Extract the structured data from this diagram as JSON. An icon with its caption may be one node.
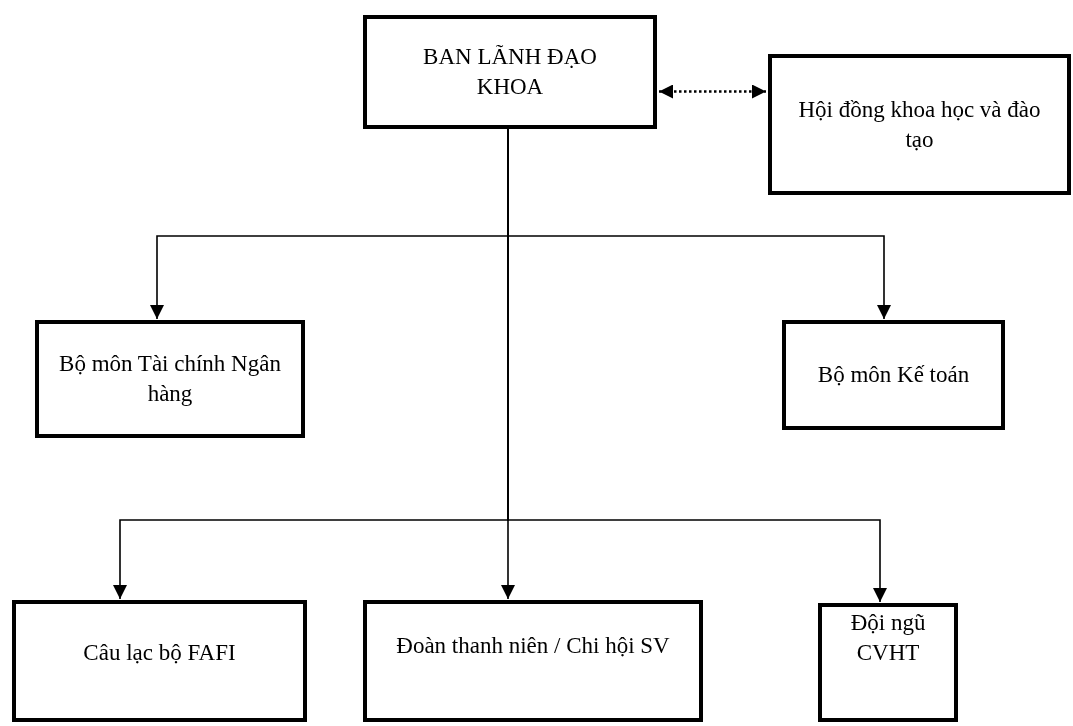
{
  "diagram": {
    "nodes": [
      {
        "text": [
          "BAN LÃNH ĐẠO KHOA"
        ]
      },
      {
        "text": [
          "Hội đồng khoa học và đào tạo"
        ]
      },
      {
        "text": [
          "Bộ môn Tài chính Ngân hàng"
        ]
      },
      {
        "text": [
          "Bộ môn Kế toán"
        ]
      },
      {
        "text": [
          "Câu lạc bộ FAFI"
        ]
      },
      {
        "text": [
          "Đoàn thanh niên / Chi hội SV"
        ]
      },
      {
        "text": [
          "Đội ngũ CVHT"
        ]
      }
    ],
    "edges": [
      {
        "from": 0,
        "to": 1,
        "arrow": "both",
        "style": "dashed"
      },
      {
        "from": 0,
        "to": 2,
        "arrow": "to"
      },
      {
        "from": 0,
        "to": 3,
        "arrow": "to"
      },
      {
        "from": 0,
        "to": 4,
        "arrow": "to"
      },
      {
        "from": 0,
        "to": 5,
        "arrow": "to"
      },
      {
        "from": 0,
        "to": 6,
        "arrow": "to"
      }
    ]
  }
}
